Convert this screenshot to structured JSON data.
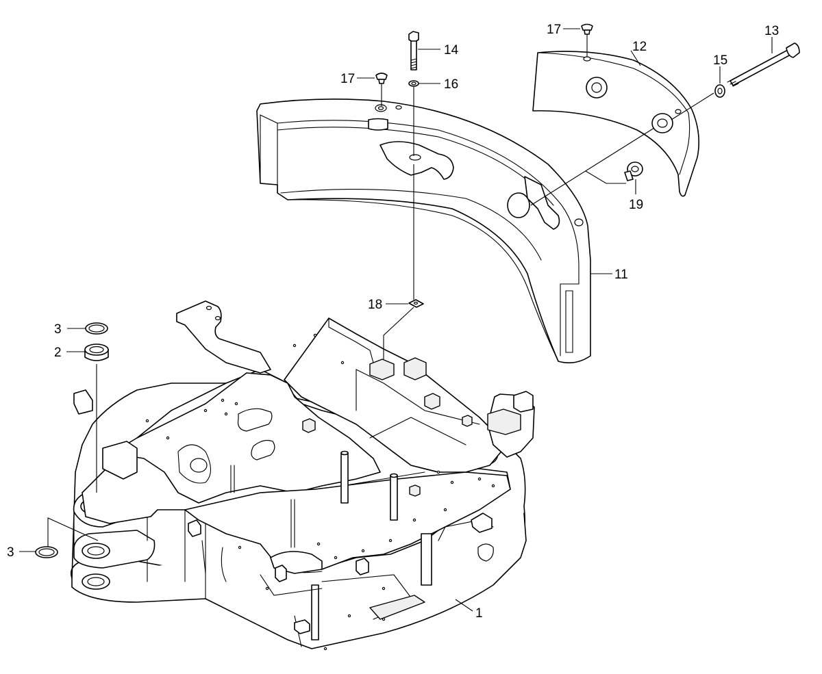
{
  "figure": {
    "callouts": [
      {
        "id": "c1",
        "label": "1"
      },
      {
        "id": "c2",
        "label": "2"
      },
      {
        "id": "c3a",
        "label": "3"
      },
      {
        "id": "c3b",
        "label": "3"
      },
      {
        "id": "c11",
        "label": "11"
      },
      {
        "id": "c12",
        "label": "12"
      },
      {
        "id": "c13",
        "label": "13"
      },
      {
        "id": "c14",
        "label": "14"
      },
      {
        "id": "c15",
        "label": "15"
      },
      {
        "id": "c16",
        "label": "16"
      },
      {
        "id": "c17a",
        "label": "17"
      },
      {
        "id": "c17b",
        "label": "17"
      },
      {
        "id": "c18",
        "label": "18"
      },
      {
        "id": "c19",
        "label": "19"
      }
    ]
  }
}
